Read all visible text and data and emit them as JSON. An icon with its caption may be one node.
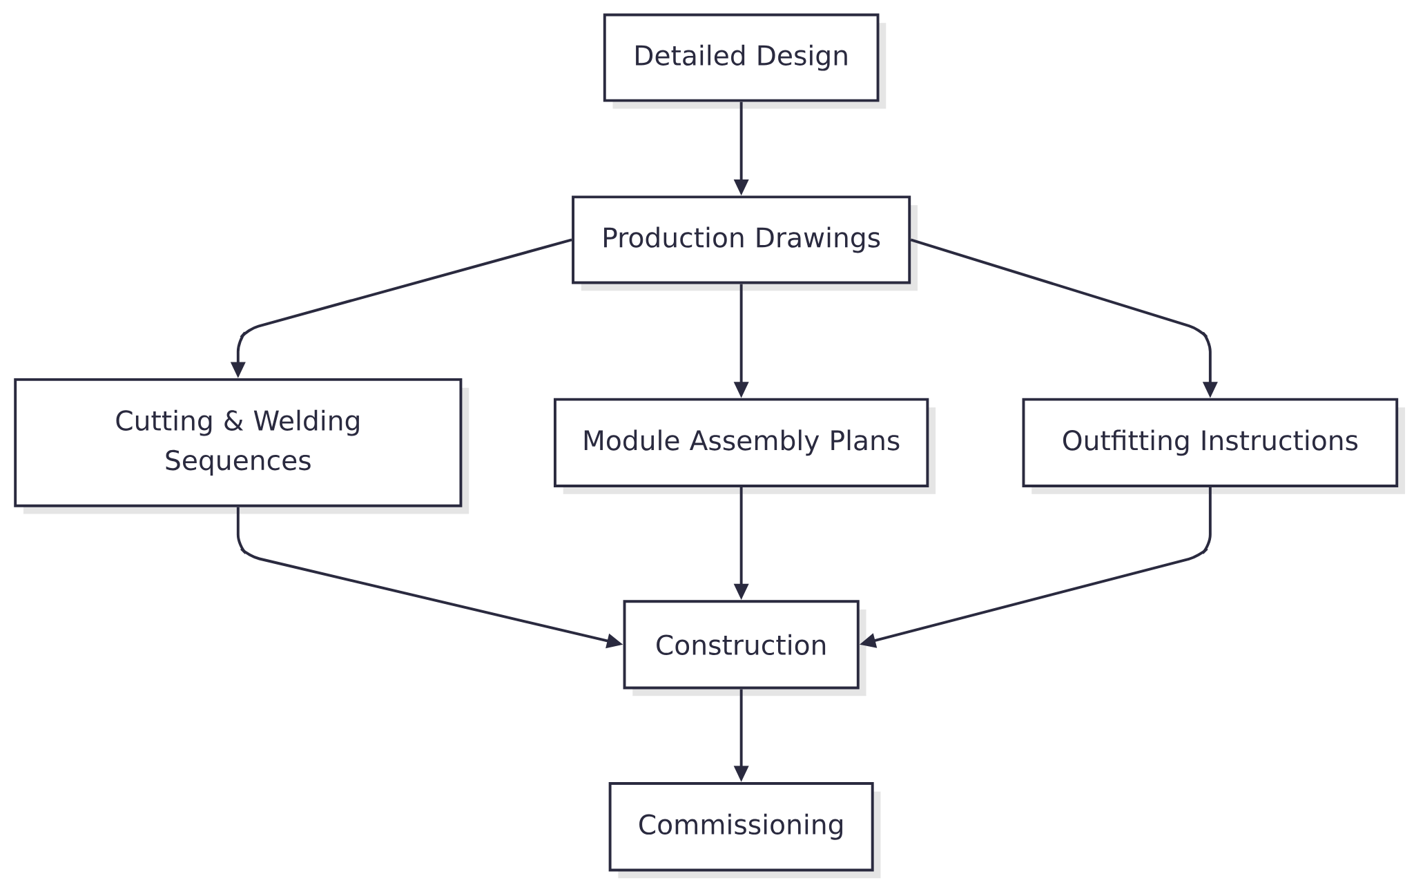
{
  "diagram": {
    "nodes": [
      {
        "text": [
          "Detailed Design"
        ]
      },
      {
        "text": [
          "Production Drawings"
        ]
      },
      {
        "text": [
          "Cutting & Welding Sequences"
        ]
      },
      {
        "text": [
          "Module Assembly Plans"
        ]
      },
      {
        "text": [
          "Outfitting Instructions"
        ]
      },
      {
        "text": [
          "Construction"
        ]
      },
      {
        "text": [
          "Commissioning"
        ]
      }
    ],
    "edges": [
      {
        "from": 0,
        "to": 1,
        "arrow": "to"
      },
      {
        "from": 1,
        "to": 2,
        "arrow": "to"
      },
      {
        "from": 1,
        "to": 3,
        "arrow": "to"
      },
      {
        "from": 1,
        "to": 4,
        "arrow": "to"
      },
      {
        "from": 2,
        "to": 5,
        "arrow": "to"
      },
      {
        "from": 3,
        "to": 5,
        "arrow": "to"
      },
      {
        "from": 4,
        "to": 5,
        "arrow": "to"
      },
      {
        "from": 5,
        "to": 6,
        "arrow": "to"
      }
    ]
  }
}
